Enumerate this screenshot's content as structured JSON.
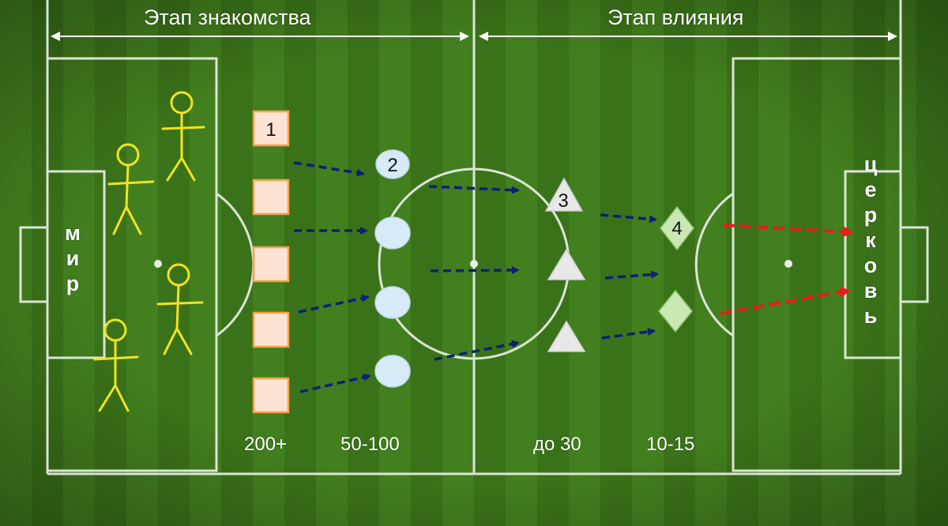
{
  "phases": {
    "acquaintance": "Этап знакомства",
    "influence": "Этап влияния"
  },
  "sides": {
    "world_letters": [
      "м",
      "и",
      "р"
    ],
    "church_letters": [
      "ц",
      "е",
      "р",
      "к",
      "о",
      "в",
      "ь"
    ]
  },
  "stages": [
    {
      "number": "1",
      "shape": "square",
      "count": "200+"
    },
    {
      "number": "2",
      "shape": "circle",
      "count": "50-100"
    },
    {
      "number": "3",
      "shape": "triangle",
      "count": "до 30"
    },
    {
      "number": "4",
      "shape": "diamond",
      "count": "10-15"
    }
  ],
  "colors": {
    "grass": "#3f7a1c",
    "square_fill": "#fde3d3",
    "square_stroke": "#f5a04a",
    "circle_fill": "#d6ebf7",
    "triangle_fill": "#e8e8e8",
    "diamond_fill": "#c9e8b4",
    "stick_figure": "#f2e320",
    "arrow_blue": "#0d1f7a",
    "arrow_red": "#e81c1c"
  }
}
